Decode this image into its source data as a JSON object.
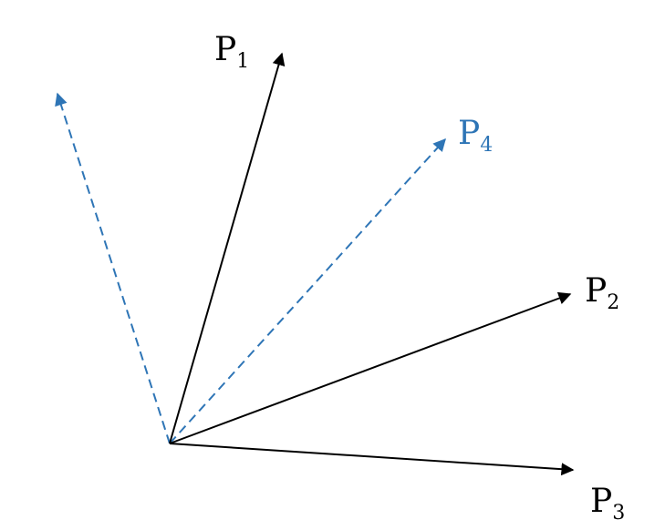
{
  "diagram": {
    "colors": {
      "solid": "#000000",
      "dashed": "#2e75b6"
    },
    "vectors": [
      {
        "id": "p1",
        "label": "P",
        "subscript": "1",
        "style": "solid"
      },
      {
        "id": "p2",
        "label": "P",
        "subscript": "2",
        "style": "solid"
      },
      {
        "id": "p3",
        "label": "P",
        "subscript": "3",
        "style": "solid"
      },
      {
        "id": "p4",
        "label": "P",
        "subscript": "4",
        "style": "dashed"
      },
      {
        "id": "p5",
        "label": "",
        "subscript": "",
        "style": "dashed"
      }
    ]
  }
}
